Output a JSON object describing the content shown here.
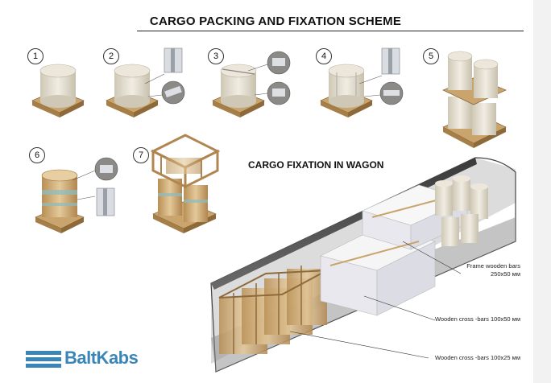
{
  "title": "CARGO PACKING AND FIXATION SCHEME",
  "wagon_title": "CARGO FIXATION IN WAGON",
  "steps": [
    "1",
    "2",
    "3",
    "4",
    "5",
    "6",
    "7"
  ],
  "labels": {
    "frame_bars": "Frame wooden bars\n250x50 мм",
    "cross_bars_100x50": "Wooden cross -bars 100x50 мм",
    "cross_bars_100x25": "Wooden cross -bars 100x25 мм"
  },
  "logo": "BaltKabs",
  "colors": {
    "accent": "#3b86b8",
    "drum": "#e9e4d6",
    "wood": "#d9b982",
    "box": "#f3f3f3",
    "wrap": "#f7f5ee"
  }
}
